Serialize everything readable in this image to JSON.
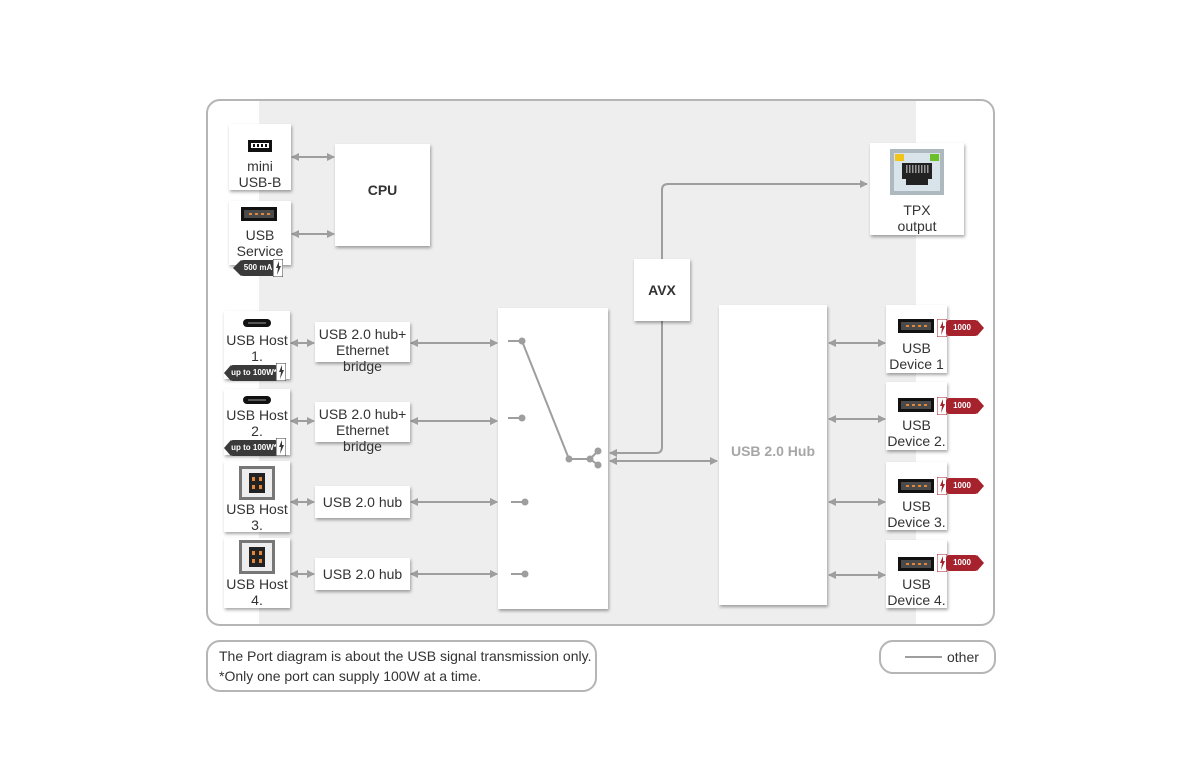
{
  "ports": {
    "mini_usb_b": {
      "line1": "mini",
      "line2": "USB-B"
    },
    "usb_service": {
      "line1": "USB",
      "line2": "Service",
      "badge": "500 mA"
    },
    "usb_host_1": {
      "line1": "USB Host",
      "line2": "1.",
      "badge": "up to 100W*"
    },
    "usb_host_2": {
      "line1": "USB Host",
      "line2": "2.",
      "badge": "up to 100W*"
    },
    "usb_host_3": {
      "line1": "USB Host",
      "line2": "3."
    },
    "usb_host_4": {
      "line1": "USB Host",
      "line2": "4."
    },
    "tpx_output": {
      "line1": "TPX",
      "line2": "output"
    },
    "usb_device_1": {
      "line1": "USB",
      "line2": "Device 1",
      "badge": "1000 mA"
    },
    "usb_device_2": {
      "line1": "USB",
      "line2": "Device 2.",
      "badge": "1000 mA"
    },
    "usb_device_3": {
      "line1": "USB",
      "line2": "Device 3.",
      "badge": "1000 mA"
    },
    "usb_device_4": {
      "line1": "USB",
      "line2": "Device 4.",
      "badge": "1000 mA"
    }
  },
  "blocks": {
    "cpu": "CPU",
    "avx": "AVX",
    "usb_hub": "USB 2.0 Hub",
    "hub_bridge_1": {
      "line1": "USB 2.0 hub+",
      "line2": "Ethernet bridge"
    },
    "hub_bridge_2": {
      "line1": "USB 2.0 hub+",
      "line2": "Ethernet bridge"
    },
    "hub_3": "USB 2.0 hub",
    "hub_4": "USB 2.0 hub"
  },
  "notes": {
    "line1": "The Port diagram is about the USB signal transmission only.",
    "line2": "*Only one port can supply 100W at a time."
  },
  "legend": {
    "other": "other"
  },
  "colors": {
    "line": "#9e9e9e",
    "badge_dark": "#3a3a3a",
    "badge_red": "#a6222c",
    "rj45_led_yellow": "#f0c419",
    "rj45_led_green": "#6ac02b"
  }
}
